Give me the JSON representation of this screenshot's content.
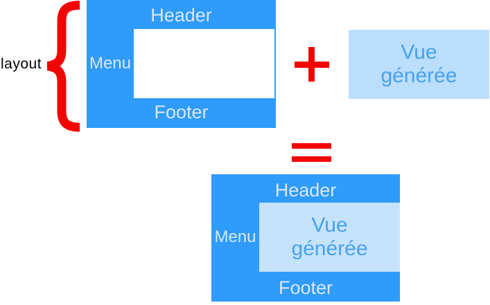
{
  "colors": {
    "primary_blue": "#2F9BFB",
    "generated_view_fill": "#BBDEFC",
    "result_content_fill": "#C6E3FC",
    "band_label_text": "#D9E8F8",
    "generated_view_text": "#47A1F0",
    "operator_red": "#F20500",
    "annotation_black": "#000000"
  },
  "annotation": {
    "brace_label": "layout",
    "brace_icon": "curly-brace-left"
  },
  "operators": {
    "plus_symbol": "+",
    "equals_symbol": "="
  },
  "layout_box": {
    "header": "Header",
    "menu": "Menu",
    "footer": "Footer"
  },
  "generated_view": {
    "lines": [
      "Vue",
      "générée"
    ]
  },
  "result_box": {
    "header": "Header",
    "menu": "Menu",
    "footer": "Footer",
    "content_lines": [
      "Vue",
      "générée"
    ]
  }
}
